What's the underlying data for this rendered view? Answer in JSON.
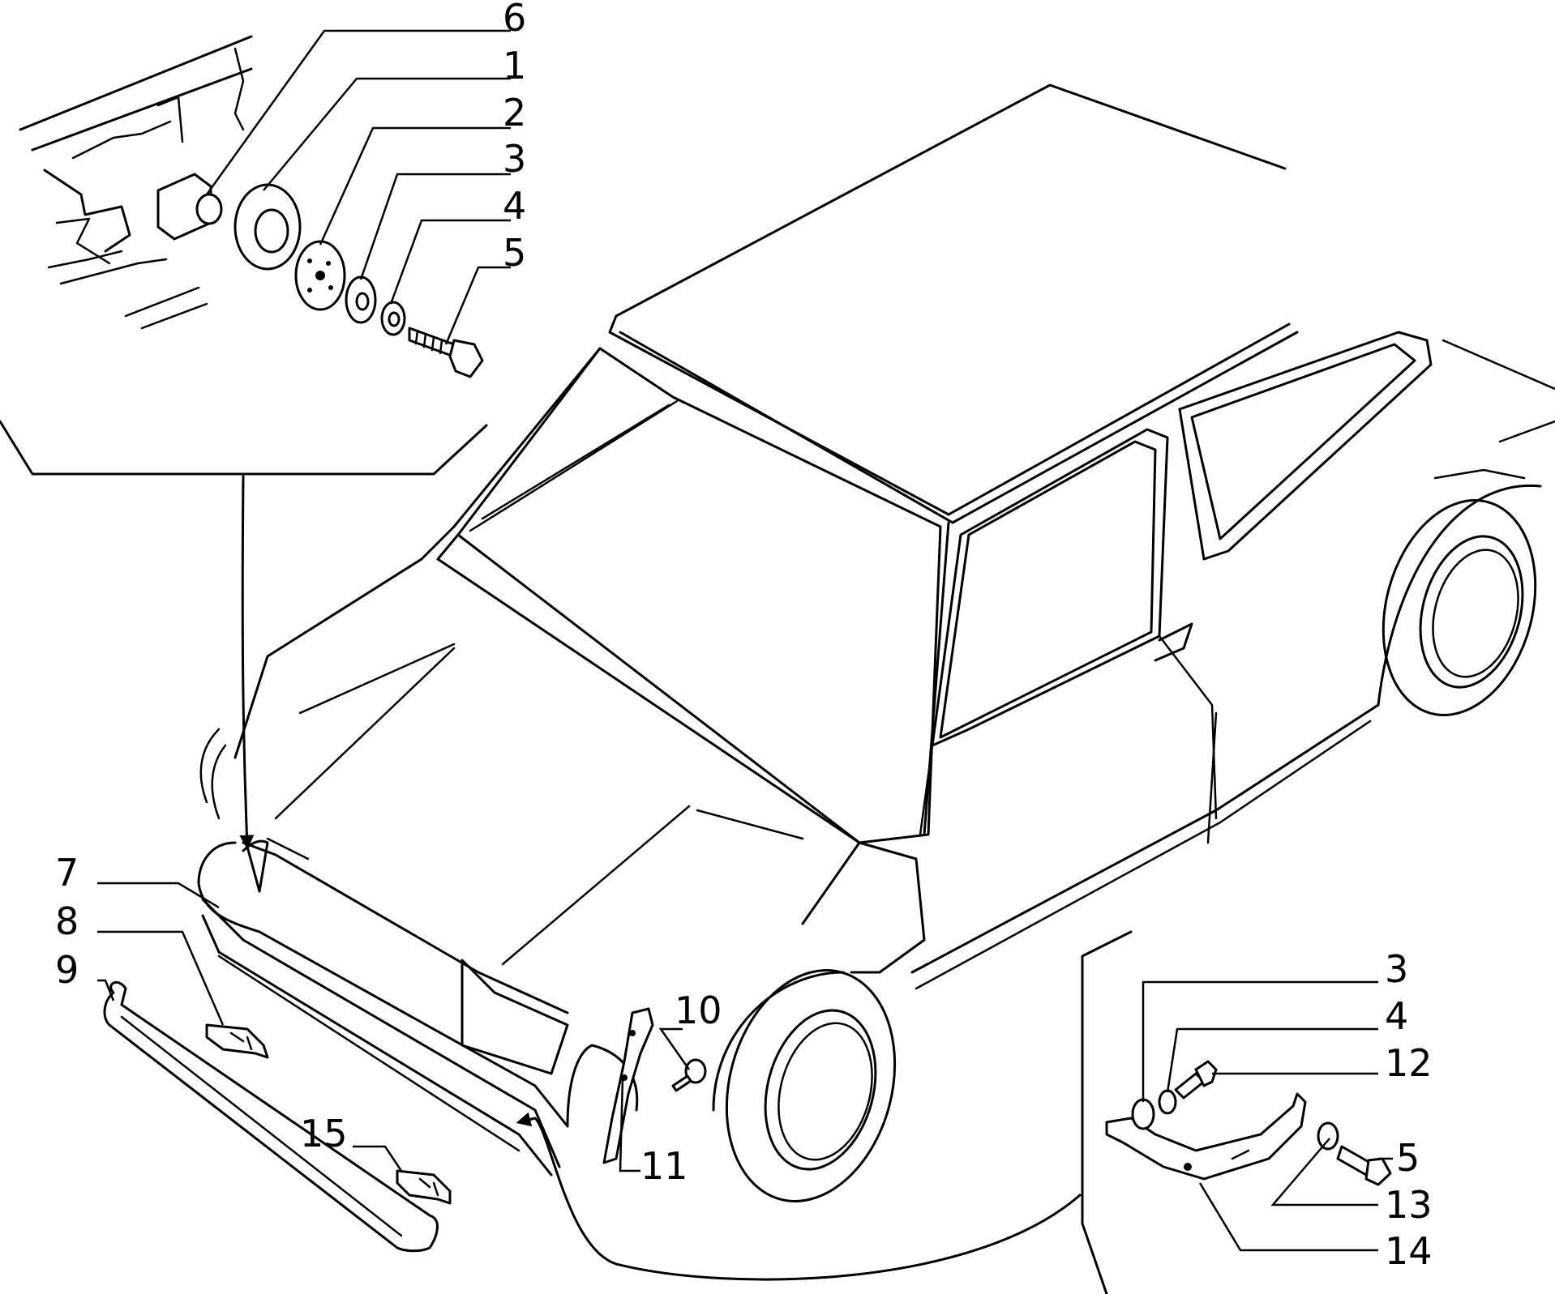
{
  "callouts": {
    "c6": "6",
    "c1": "1",
    "c2": "2",
    "c3_top": "3",
    "c4_top": "4",
    "c5_top": "5",
    "c7": "7",
    "c8": "8",
    "c9": "9",
    "c10": "10",
    "c11": "11",
    "c15": "15",
    "c3_right": "3",
    "c4_right": "4",
    "c12": "12",
    "c5_right": "5",
    "c13": "13",
    "c14": "14"
  }
}
